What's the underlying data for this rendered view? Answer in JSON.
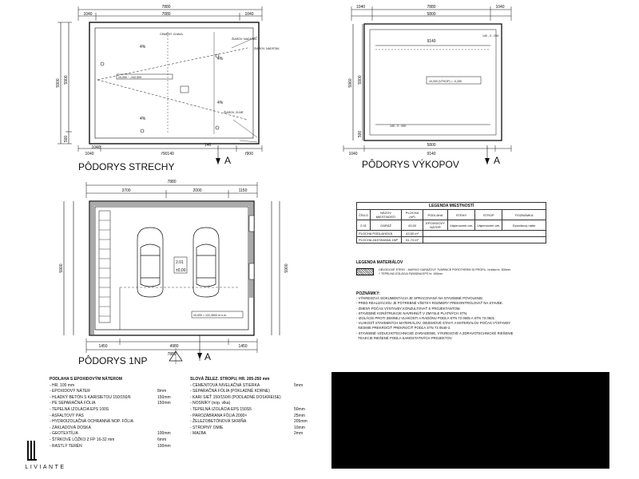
{
  "titles": {
    "roof": "PÔDORYS STRECHY",
    "excavation": "PÔDORYS VÝKOPOV",
    "floor": "PÔDORYS 1NP"
  },
  "section_mark": "A",
  "roof": {
    "dims_top": [
      "7880",
      "7080",
      "1040",
      "1040"
    ],
    "dims_bottom": [
      "1040",
      "1040",
      "146",
      "ř90140",
      "ř900"
    ],
    "dims_left": [
      "5900",
      "5900",
      "500"
    ],
    "slope": "4%",
    "level": "±0,000 ~ -242,500",
    "labels": [
      "CEMENT. CHAVIL",
      "ŽIAROV. NADSTAV.",
      "ZIAROV. NADSTAV.",
      "ŽIAROV. ZLNR"
    ]
  },
  "excavation": {
    "dims_top": [
      "1040",
      "7880",
      "1040",
      "5800",
      "9140"
    ],
    "dims_bottom": [
      "1040",
      "5800",
      "9140"
    ],
    "dims_left": [
      "5960",
      "5900",
      "500"
    ],
    "level_note": "±0,000 (VÝKOP) = -0,250",
    "mark_top": "140 - 0 - 000",
    "mark_bottom": "140 - 0 - 000"
  },
  "floor": {
    "dims_top": [
      "7880",
      "3700",
      "2000",
      "1150"
    ],
    "dims_bottom": [
      "1450",
      "4980",
      "1450",
      "7880"
    ],
    "dims_left": [
      "5900",
      "5900"
    ],
    "room_no": "2.01",
    "room_level": "±0,00",
    "level": "±0,000 = 122,4500 m n.m."
  },
  "legend_table": {
    "title": "LEGENDA MIESTNOSTÍ",
    "headers": [
      "ČÍSLO",
      "NÁZOV MIESTNOSTI",
      "PLOCHA (m²)",
      "PODLAHA",
      "STENY",
      "STROP",
      "POZNÁMKA"
    ],
    "rows": [
      [
        "2.01",
        "GARÁŽ",
        "43,50",
        "EPOXIDOVÝ NÁTER",
        "Vápenocem.om.",
        "Vápenocem.om.",
        "Epoxidový náter"
      ]
    ],
    "sum_rows": [
      [
        "PLOCHA PODLAHOVÁ",
        "43,50 m²"
      ],
      [
        "PLOCHA ZASTAVANÁ 1NP",
        "51,74 m²"
      ]
    ]
  },
  "material_legend": {
    "title": "LEGENDA MATERIÁLOV",
    "line1": "OBVODOVÉ STENY - MURIVO GARÁŽOVÝ TVÁRNICE POROTHERM 30 PROFIL, hrúbka hr. 300mm",
    "line2": "+ TEPELNÁ IZOLÁCIA FASÁDNA EPS hr. 150mm"
  },
  "notes": {
    "title": "POZNÁMKY:",
    "items": [
      "- VÝKRESOVÁ DOKUMENTÁCIA JE SPRACOVANÁ NA STAVEBNÉ POVOLENIE.",
      "- PRED REALIZÁCIOU JE POTREBNÉ VŠETKY ROZMERY PREKONTROLOVAŤ NA STAVBE.",
      "- ZMENY POČAS VÝSTAVBY KONZULTOVAŤ S PROJEKTANTOM.",
      "- STAVEBNÉ KONŠTRUKCIE NAVRHNÚŤ V ZMYSLE PLATNÝCH STN.",
      "- IZOLÁCIE PROTI ZEMNEJ VLHKOSTI A RADÓNU PODĽA STN 73 0605 A STN 73 0601.",
      "- VLHKOSŤ STAVEBNÝCH MATERIÁLOV, OBJEMOVÉ STAVY A MATERIÁLOV POČAS VÝSTAVBY",
      "  NESMIE PREKROČIŤ PREKROČIŤ PODĽA STN 73 0540-2.",
      "- STAVEBNÉ VZDUCHOTECHNICKÉ ZARIADENIE, VÝKRESOVÉ A ZDRAVOTECHNICKÉ RIEŠENIE",
      "  TEAKCIE RIEŠENÉ PODĽA SAMOSTATNÝCH PROJEKTOV."
    ]
  },
  "floor_materials": {
    "title": "PODLAHA S EPOXIDOVÝM NÁTEROM",
    "items": [
      [
        "- HR. 100 mm",
        ""
      ],
      [
        "- EPOXIDOVÝ NÁTER",
        "8mm"
      ],
      [
        "- HLADKÝ BETÓN S KARISIETOU 150/150/6",
        "150mm"
      ],
      [
        "- PE SEPARAČNÁ FÓLIA",
        "150mm"
      ],
      [
        "- TEPELNÁ IZOLÁCIA EPS 100S",
        ""
      ],
      [
        "- ASFALTOVÝ PÁS",
        ""
      ],
      [
        "- HYDROIZOLAČNÁ OCHRANNÁ NOP. FÓLIA",
        ""
      ],
      [
        "- ZÁKLADOVÁ DOSKA",
        ""
      ],
      [
        "- GEOTEXTÍLIA",
        "100mm"
      ],
      [
        "- ŠTRKOVÉ LÔŽKO Z FP 16-32 mm",
        "6mm"
      ],
      [
        "- RASTLÝ TERÉN",
        "100mm"
      ]
    ]
  },
  "ceiling_materials": {
    "title": "SLOVÁ ŽELEZ. STROPU, HR. 205-250 mm",
    "items": [
      [
        "- CEMENTOVÁ NIVELAČNÁ STIERKA",
        "5mm"
      ],
      [
        "- SEPARAČNÁ FÓLIA (POKLADNÉ KDRNE)",
        ""
      ],
      [
        "- KARI SIEŤ 150/150/6 (PODLADNÉ DOSKREISE)",
        ""
      ],
      [
        "- NOSNÍKY (nop. vlka)",
        ""
      ],
      [
        "- TEPELNÁ IZOLÁCIA EPS 150S5",
        "50mm"
      ],
      [
        "- PAROZÁBRANA FÓLIA 2000×",
        "25mm"
      ],
      [
        "- ŽELEZOBETÓNOVÁ SKRIŇA",
        "205mm"
      ],
      [
        "- STROPNÝ OMIE",
        "10mm"
      ],
      [
        "- MAĽBA",
        "2mm"
      ]
    ]
  },
  "brand": "LIVIANTE"
}
